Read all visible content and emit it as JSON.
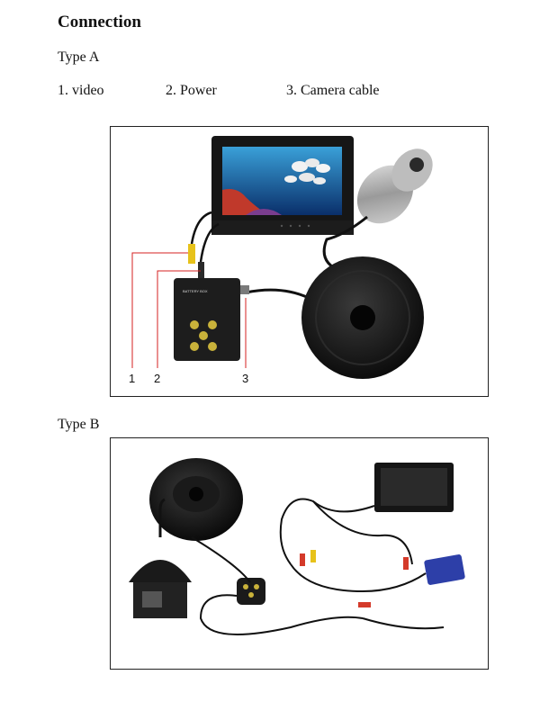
{
  "heading": "Connection",
  "type_a": {
    "label": "Type A",
    "legend": [
      "1. video",
      "2. Power",
      "3. Camera cable"
    ],
    "callouts": [
      "1",
      "2",
      "3"
    ],
    "battery_box_label": "BATTERY BOX"
  },
  "type_b": {
    "label": "Type B"
  },
  "colors": {
    "callout_line": "#d62020",
    "video_plug": "#e7c21a",
    "power_plug": "#d43a2a",
    "battery_blue": "#2d3fa8"
  }
}
